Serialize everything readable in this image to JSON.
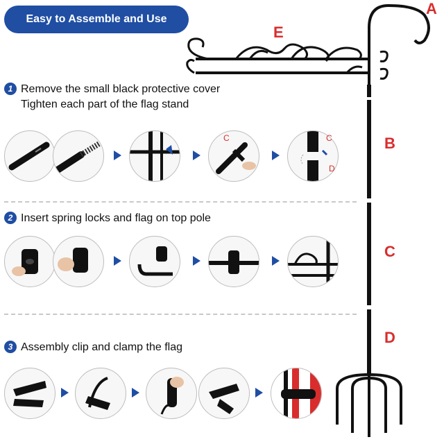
{
  "banner": {
    "title": "Easy to Assemble and Use"
  },
  "steps": [
    {
      "number": "1",
      "line1": "Remove the small black protective cover",
      "line2": "Tighten each part of the flag stand"
    },
    {
      "number": "2",
      "line1": "Insert spring locks and flag on top pole"
    },
    {
      "number": "3",
      "line1": "Assembly clip and clamp the flag"
    }
  ],
  "parts": {
    "a": "A",
    "b": "B",
    "c": "C",
    "d": "D",
    "e": "E"
  },
  "callouts": {
    "c": "C",
    "d": "D"
  },
  "colors": {
    "accent": "#1f4ea3",
    "label": "#d92d2d",
    "metal": "#111111"
  }
}
